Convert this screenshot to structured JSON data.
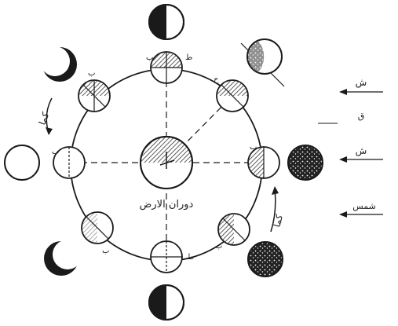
{
  "center_label": "دوران الارض",
  "side_labels": [
    "ش",
    "ق",
    "ش",
    "شمس"
  ],
  "arc_label_left": "كما",
  "arc_label_right": "كما",
  "colors": {
    "ink": "#1a1a1a",
    "hatch": "#333333",
    "paper": "#ffffff"
  }
}
